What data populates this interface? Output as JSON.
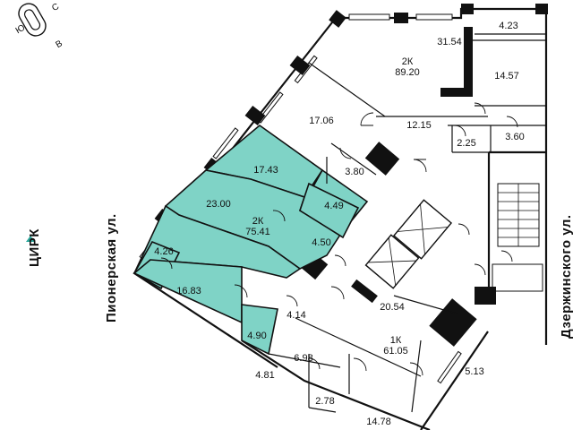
{
  "streets": {
    "left": "Пионерская ул.",
    "right": "Дзержинского ул."
  },
  "landmark": {
    "label": "ЦИРК",
    "marker_color": "#2aa79b"
  },
  "compass": {
    "letters": [
      "Ю",
      "С",
      "В"
    ]
  },
  "highlight_color": "#7fd3c6",
  "apartments": [
    {
      "type": "2К",
      "area": "89.20"
    },
    {
      "type": "2К",
      "area": "75.41"
    },
    {
      "type": "1К",
      "area": "61.05"
    }
  ],
  "rooms": {
    "r_4_23": "4.23",
    "r_31_54": "31.54",
    "r_14_57": "14.57",
    "r_17_06": "17.06",
    "r_12_15": "12.15",
    "r_2_25": "2.25",
    "r_3_60": "3.60",
    "r_17_43": "17.43",
    "r_3_80": "3.80",
    "r_23_00": "23.00",
    "r_4_49": "4.49",
    "r_4_50": "4.50",
    "r_4_26": "4.26",
    "r_16_83": "16.83",
    "r_4_90": "4.90",
    "r_4_14": "4.14",
    "r_20_54": "20.54",
    "r_6_98": "6.98",
    "r_4_81": "4.81",
    "r_2_78": "2.78",
    "r_5_13": "5.13",
    "r_14_78": "14.78"
  }
}
